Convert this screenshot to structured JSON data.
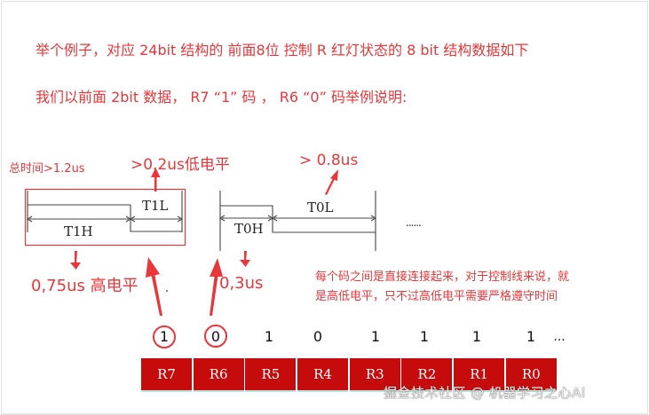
{
  "intro": {
    "line1": "举个例子，对应 24bit 结构的 前面8位 控制 R 红灯状态的 8 bit 结构数据如下",
    "line2": "我们以前面 2bit 数据， R7 “1” 码 ， R6 “0” 码举例说明:"
  },
  "code1": {
    "total_time_label": "总时间>1.2us",
    "low_label": ">0.2us低电平",
    "high_label": "0,75us 高电平",
    "t_high": "T1H",
    "t_low": "T1L"
  },
  "code0": {
    "low_label": "> 0.8us",
    "high_label": "0,3us",
    "t_high": "T0H",
    "t_low": "T0L"
  },
  "ellipsis": "......",
  "note": {
    "line1": "每个码之间是直接连接起来，对于控制线来说，就",
    "line2": "是高低电平，只不过高低电平需要严格遵守时间"
  },
  "bits": {
    "values": [
      "1",
      "0",
      "1",
      "0",
      "1",
      "1",
      "1",
      "1"
    ],
    "more": "...",
    "circled_indices": [
      0,
      1
    ]
  },
  "registers": [
    "R7",
    "R6",
    "R5",
    "R4",
    "R3",
    "R2",
    "R1",
    "R0"
  ],
  "watermark": "掘金技术社区 @ 机器学习之心AI",
  "colors": {
    "annotation_red": "#e8363a",
    "register_fill": "#c50b0b",
    "waveform_line": "#333333",
    "highlight_box": "#e0393c"
  }
}
